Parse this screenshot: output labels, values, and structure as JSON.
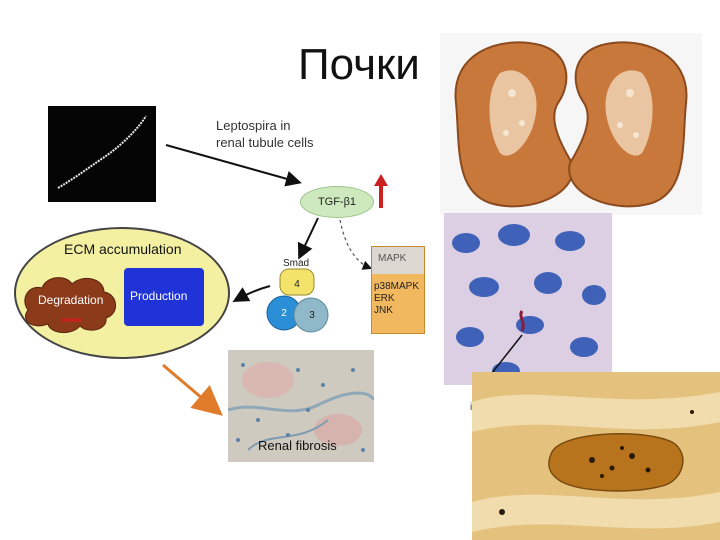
{
  "title": "Почки",
  "diagram": {
    "leptospira_label_line1": "Leptospira in",
    "leptospira_label_line2": "renal tubule cells",
    "tgf_label": "TGF-β1",
    "smad_label": "Smad",
    "smad_numbers": [
      "4",
      "2",
      "3"
    ],
    "mapk_title": "MAPK",
    "mapk_items": [
      "p38MAPK",
      "ERK",
      "JNK"
    ],
    "ecm_label": "ECM accumulation",
    "degradation_label": "Degradation",
    "production_label": "Production",
    "fibrosis_label": "Renal fibrosis",
    "micro_arrow_label": "i"
  },
  "colors": {
    "tgf_fill": "#cfe9bf",
    "ecm_fill": "#f4f0a2",
    "production_fill": "#1f33d6",
    "degradation_fill": "#8b3a1a",
    "up_arrow": "#cc1f1f",
    "fibrosis_arrow": "#e07b2a",
    "smad4": "#f3e36a",
    "smad2": "#2a8fd6",
    "smad3": "#8fb8c9"
  }
}
